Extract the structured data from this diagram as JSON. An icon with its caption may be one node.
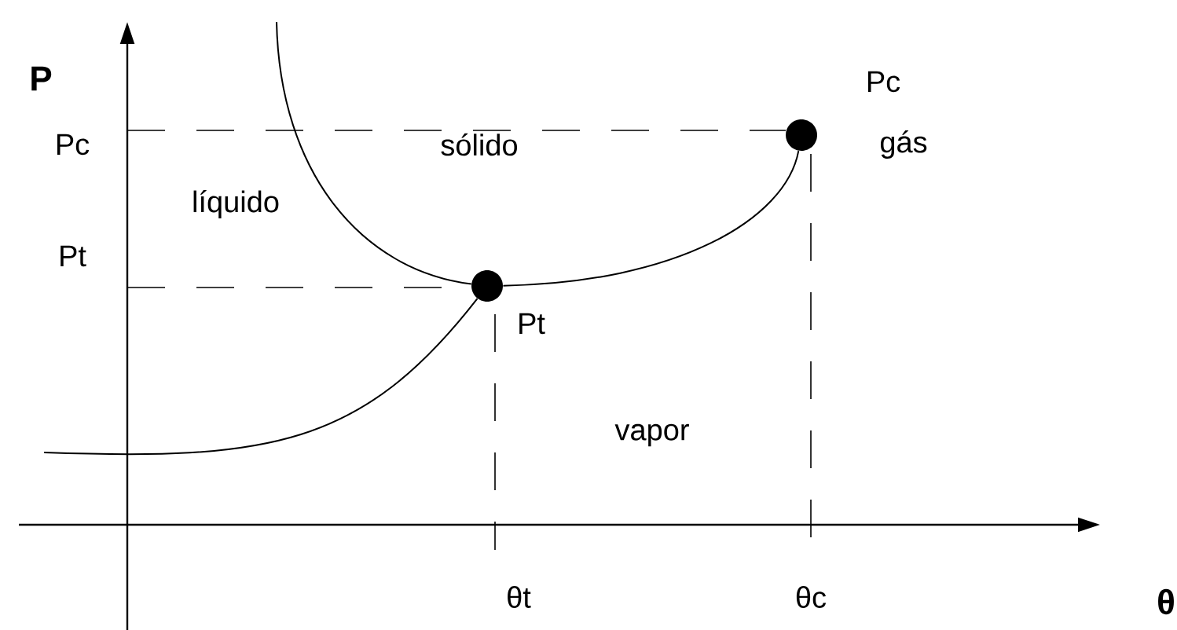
{
  "diagram": {
    "nodes": [
      {
        "text": [],
        "shape": "circle",
        "beside": [
          "Pt"
        ]
      },
      {
        "text": [],
        "shape": "circle",
        "beside": [
          "Pc"
        ]
      }
    ],
    "edges": [
      {
        "from": null,
        "to": 0,
        "arrow": "none"
      },
      {
        "from": null,
        "to": 0,
        "arrow": "none"
      },
      {
        "from": 0,
        "to": 1,
        "arrow": "none"
      }
    ],
    "labels": [
      "P",
      "Pc",
      "Pt",
      "sólido",
      "líquido",
      "gás",
      "vapor",
      "θt",
      "θc",
      "θ"
    ]
  }
}
